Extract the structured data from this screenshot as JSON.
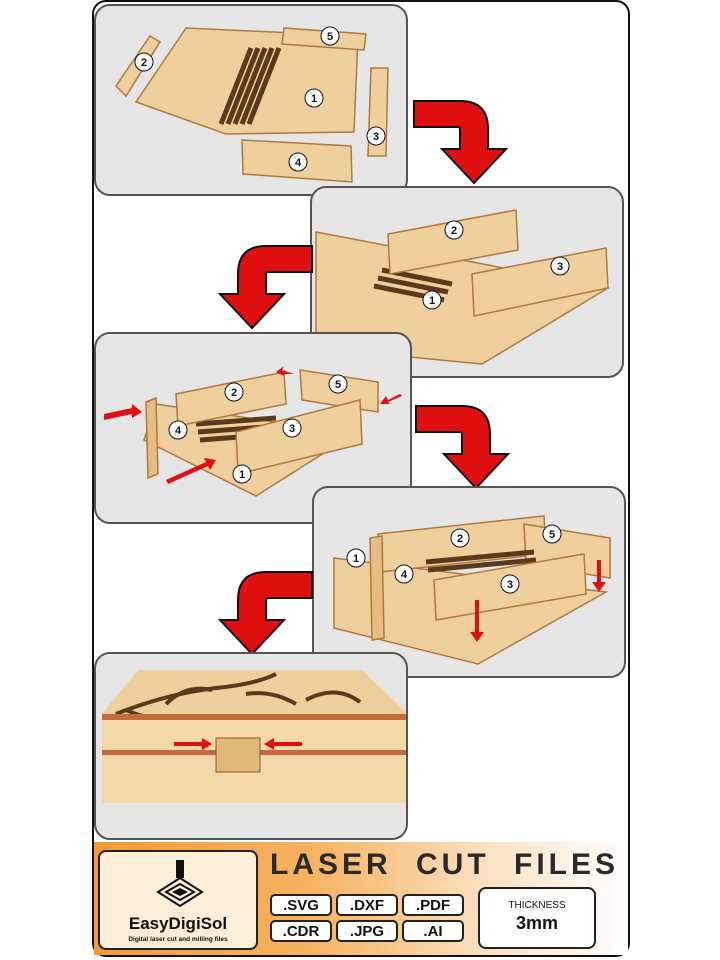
{
  "steps": [
    {
      "labels": [
        "1",
        "2",
        "3",
        "4",
        "5"
      ]
    },
    {
      "labels": [
        "1",
        "2",
        "3"
      ]
    },
    {
      "labels": [
        "1",
        "2",
        "3",
        "4",
        "5"
      ]
    },
    {
      "labels": [
        "1",
        "2",
        "3",
        "4",
        "5"
      ]
    },
    {
      "labels": []
    }
  ],
  "footer": {
    "brand": "EasyDigiSol",
    "tagline": "Digital laser cut and milling files",
    "heading": "LASER CUT FILES",
    "formats": [
      ".SVG",
      ".DXF",
      ".PDF",
      ".CDR",
      ".JPG",
      ".AI"
    ],
    "thickness_label": "THICKNESS",
    "thickness_value": "3mm"
  },
  "colors": {
    "wood": "#efcf9c",
    "wood_edge": "#c59154",
    "arrow": "#e01010",
    "panel_bg": "#e6e6e6",
    "footer_orange": "#f29a3a"
  }
}
